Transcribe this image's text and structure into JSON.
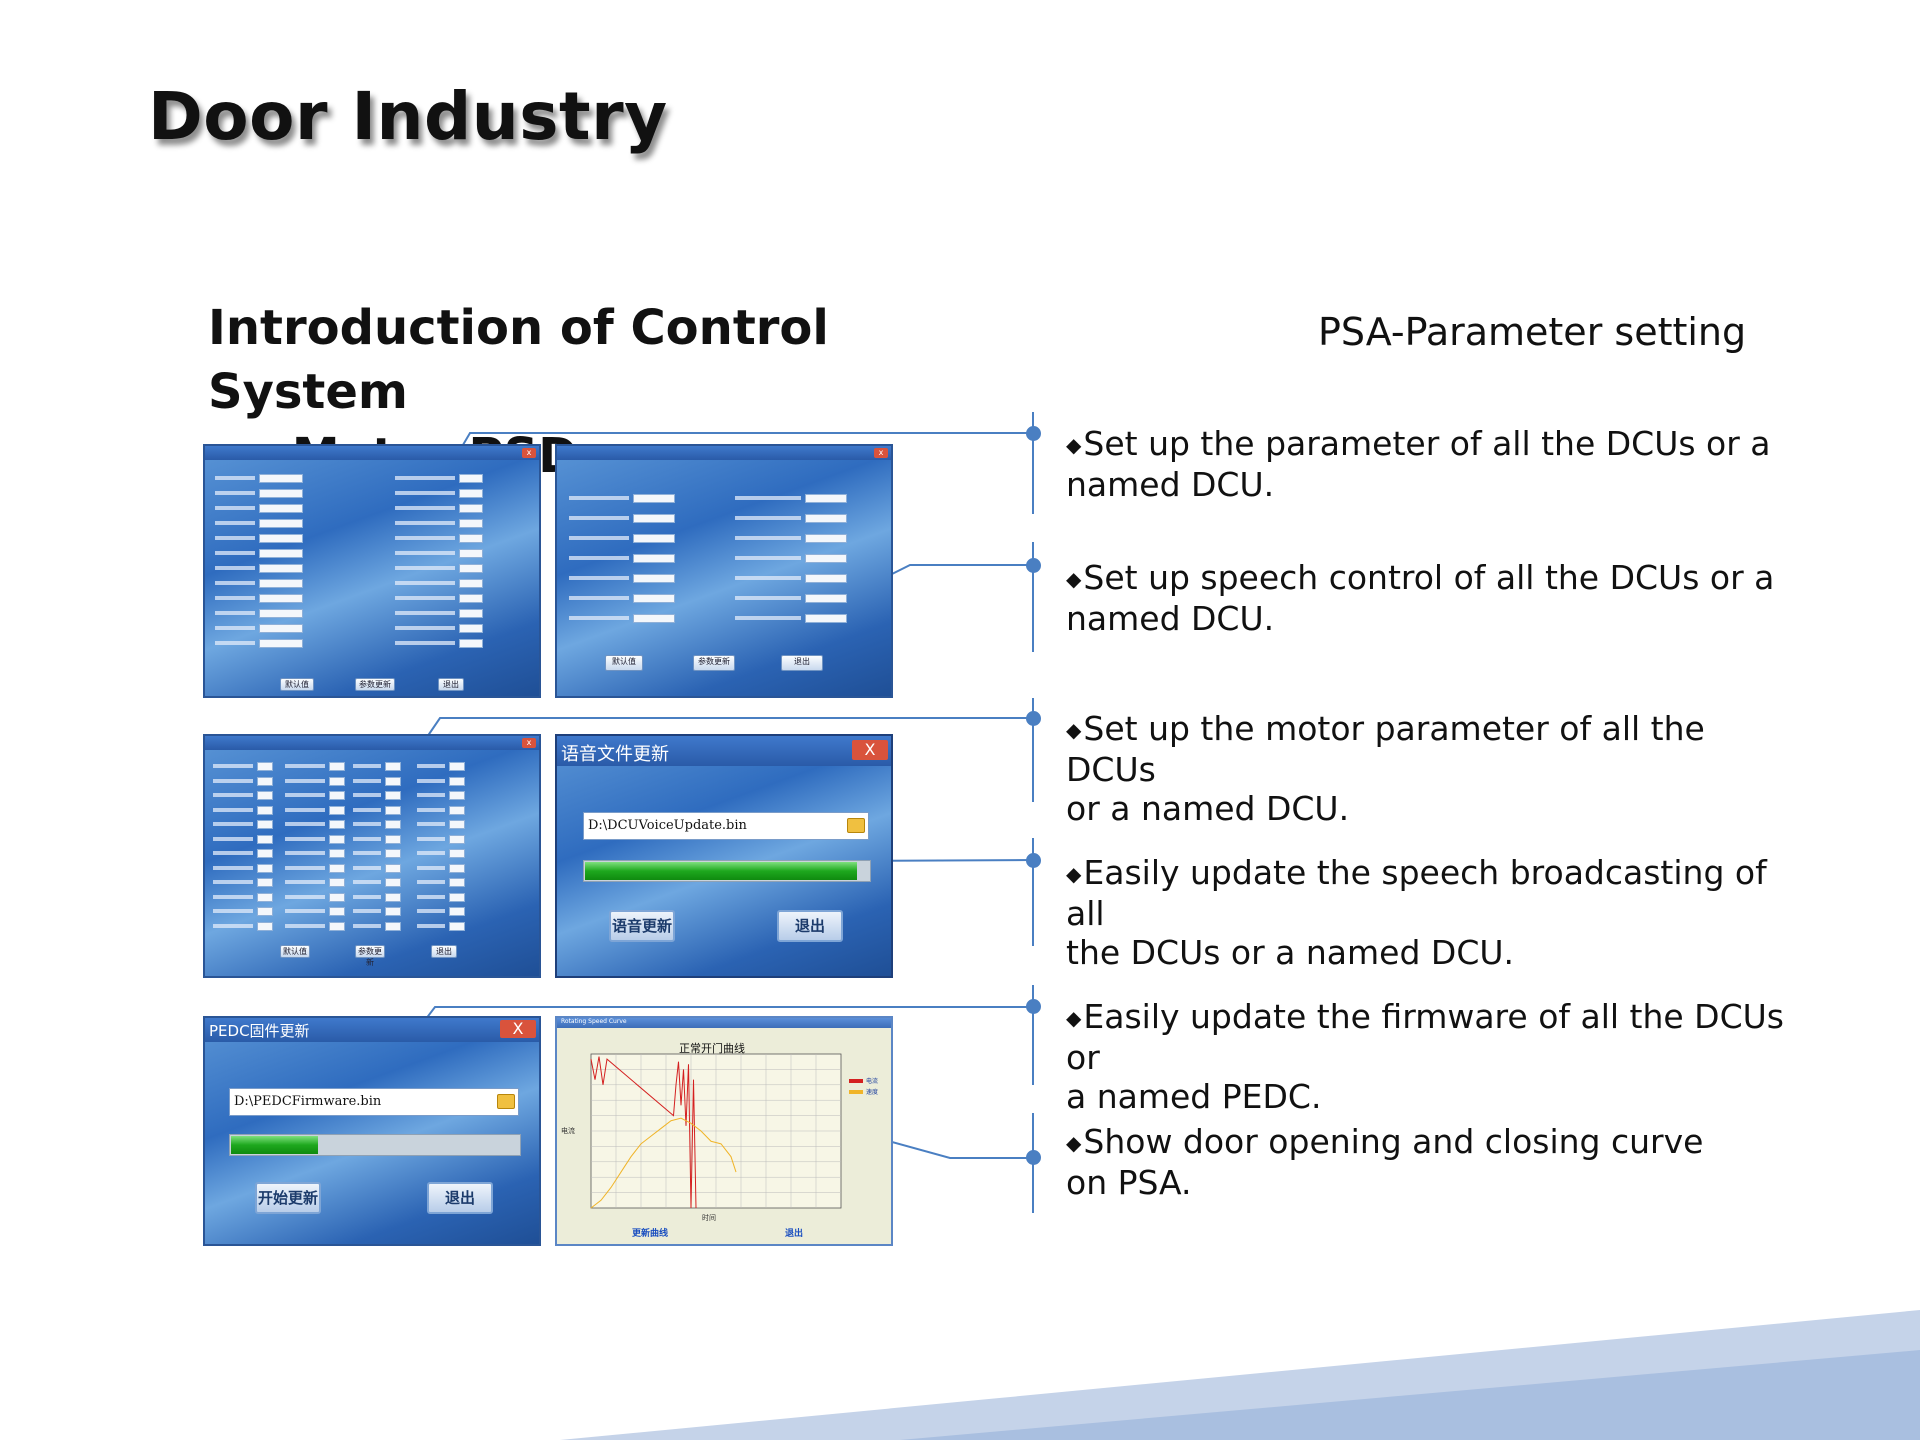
{
  "slide": {
    "title": "Door Industry",
    "subtitle_line1": "Introduction of Control System",
    "subtitle_line2": "on Metro PSD",
    "section_label": "PSA-Parameter setting"
  },
  "bullets": [
    {
      "line1": "Set up the parameter of all the DCUs or a",
      "line2": "named DCU."
    },
    {
      "line1": "Set up speech control of all the DCUs or a",
      "line2": "named DCU."
    },
    {
      "line1": "Set up the  motor parameter of all the DCUs",
      "line2": "or a named DCU."
    },
    {
      "line1": "Easily update the speech broadcasting of all",
      "line2": "the DCUs or a named DCU."
    },
    {
      "line1": "Easily update the firmware of all the DCUs or",
      "line2": "a named PEDC."
    },
    {
      "line1": "Show door opening and closing curve",
      "line2": "on PSA."
    }
  ],
  "bullet_symbol": "◆",
  "screens": {
    "voice_update": {
      "title": "语音文件更新",
      "path": "D:\\DCUVoiceUpdate.bin",
      "progress": 0.95,
      "update_button": "语音更新",
      "exit_button": "退出"
    },
    "firmware_update": {
      "title": "PEDC固件更新",
      "path": "D:\\PEDCFirmware.bin",
      "progress": 0.3,
      "start_button": "开始更新",
      "exit_button": "退出"
    },
    "curve": {
      "window_title": "Rotating Speed Curve",
      "chart_title": "正常开门曲线",
      "legend_current": "电流",
      "legend_speed": "速度",
      "x_label": "时间",
      "y_left_label": "电流",
      "refresh_button": "更新曲线",
      "exit_button": "退出"
    },
    "param_window_buttons": {
      "default": "默认值",
      "update": "参数更新",
      "exit": "退出"
    }
  },
  "chart_data": {
    "type": "line",
    "title": "正常开门曲线",
    "xlabel": "时间",
    "ylabel": "电流",
    "xlim": [
      0,
      5000
    ],
    "ylim": [
      0,
      3000
    ],
    "series": [
      {
        "name": "电流",
        "color": "#d42020",
        "x": [
          0,
          80,
          160,
          240,
          320,
          1650,
          1700,
          1750,
          1800,
          1850,
          1900,
          1950,
          2000,
          2050,
          2100
        ],
        "y": [
          2900,
          2500,
          2950,
          2400,
          2900,
          1800,
          2400,
          2850,
          2000,
          2700,
          1600,
          2800,
          0,
          2500,
          0
        ]
      },
      {
        "name": "速度",
        "color": "#f0b428",
        "x": [
          0,
          200,
          400,
          600,
          800,
          1000,
          1200,
          1400,
          1600,
          1800,
          2000,
          2200,
          2400,
          2600,
          2800,
          2900
        ],
        "y": [
          0,
          150,
          400,
          700,
          1000,
          1250,
          1400,
          1550,
          1700,
          1750,
          1650,
          1500,
          1300,
          1250,
          1000,
          700
        ]
      }
    ],
    "colors": {
      "current": "#d42020",
      "speed": "#f0b428"
    }
  },
  "colors": {
    "accent": "#4a7fc2",
    "window_blue": "#2f6cbf",
    "progress_green": "#1ea81e"
  }
}
